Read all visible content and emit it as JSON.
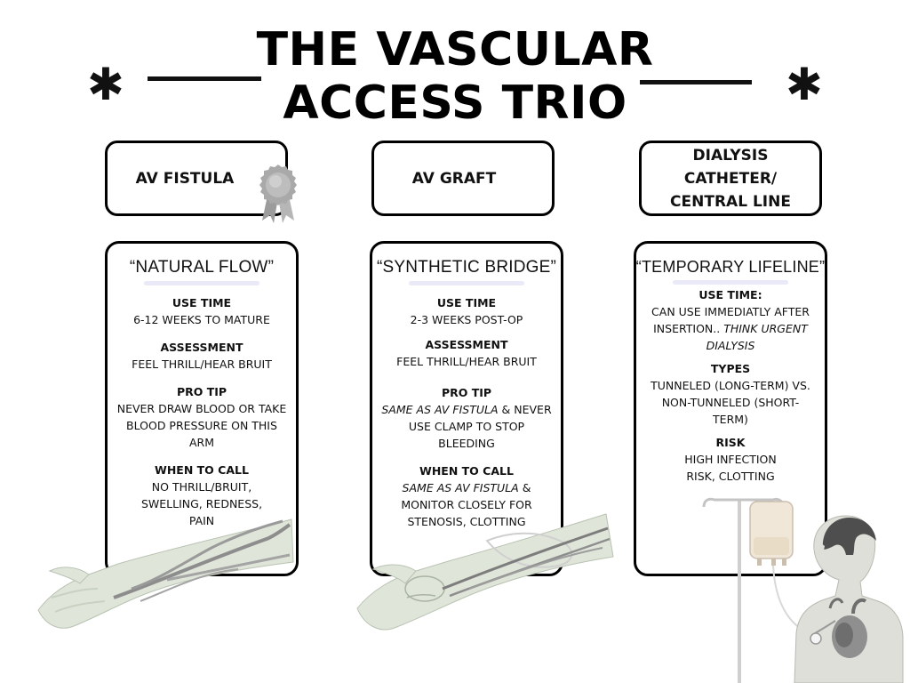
{
  "title": {
    "line1": "THE VASCULAR",
    "line2": "ACCESS TRIO",
    "decoration_glyph": "✱"
  },
  "headers": [
    {
      "label": "AV FISTULA"
    },
    {
      "label": "AV GRAFT"
    },
    {
      "label_line1": "DIALYSIS",
      "label_line2": "CATHETER/",
      "label_line3": "CENTRAL LINE"
    }
  ],
  "cards": [
    {
      "title": "“NATURAL FLOW”",
      "use_time_label": "USE TIME",
      "use_time": "6-12 WEEKS TO MATURE",
      "assessment_label": "ASSESSMENT",
      "assessment": "FEEL THRILL/HEAR BRUIT",
      "pro_tip_label": "PRO TIP",
      "pro_tip": "NEVER DRAW BLOOD OR TAKE BLOOD PRESSURE ON THIS ARM",
      "when_to_call_label": "WHEN TO CALL",
      "when_to_call": "NO THRILL/BRUIT, SWELLING, REDNESS, PAIN"
    },
    {
      "title": "“SYNTHETIC BRIDGE”",
      "use_time_label": "USE TIME",
      "use_time": "2-3 WEEKS POST-OP",
      "assessment_label": "ASSESSMENT",
      "assessment": "FEEL THRILL/HEAR BRUIT",
      "pro_tip_label": "PRO TIP",
      "pro_tip_italic": "SAME AS AV FISTULA",
      "pro_tip_rest": " & NEVER USE CLAMP TO STOP BLEEDING",
      "when_to_call_label": "WHEN TO CALL",
      "when_to_call_italic": "SAME AS AV FISTULA",
      "when_to_call_rest": " & MONITOR CLOSELY FOR STENOSIS, CLOTTING"
    },
    {
      "title": "“TEMPORARY LIFELINE”",
      "use_time_label": "USE TIME:",
      "use_time": "CAN USE IMMEDIATLY AFTER INSERTION.. ",
      "use_time_italic": "THINK URGENT DIALYSIS",
      "types_label": "TYPES",
      "types": "TUNNELED (LONG-TERM) VS. NON-TUNNELED (SHORT-TERM)",
      "risk_label": "RISK",
      "risk": "HIGH INFECTION RISK, CLOTTING"
    }
  ],
  "illustrations": [
    {
      "name": "award-ribbon-icon",
      "color": "#a8a8a8"
    },
    {
      "name": "fistula-arm-illustration",
      "color": "#dfe6d9"
    },
    {
      "name": "graft-arm-illustration",
      "color": "#dfe6d9"
    },
    {
      "name": "iv-pole-central-line-illustration",
      "color": "#f0e6d6"
    }
  ]
}
